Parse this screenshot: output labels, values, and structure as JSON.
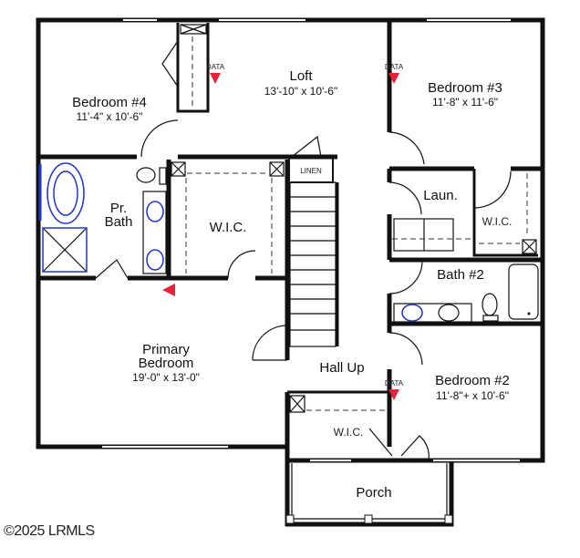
{
  "rooms": {
    "bedroom4": {
      "name": "Bedroom #4",
      "dims": "11'-4\" x 10'-6\""
    },
    "loft": {
      "name": "Loft",
      "dims": "13'-10\" x 10'-6\""
    },
    "bedroom3": {
      "name": "Bedroom #3",
      "dims": "11'-8\" x 11'-6\""
    },
    "pr_bath": {
      "name_line1": "Pr.",
      "name_line2": "Bath"
    },
    "wic_primary": {
      "name": "W.I.C."
    },
    "linen": {
      "name": "LINEN"
    },
    "laundry": {
      "name": "Laun."
    },
    "wic_bed3": {
      "name": "W.I.C."
    },
    "bath2": {
      "name": "Bath #2"
    },
    "primary_bedroom": {
      "name_line1": "Primary",
      "name_line2": "Bedroom",
      "dims": "19'-0\" x 13'-0\""
    },
    "hall": {
      "name": "Hall Up"
    },
    "bedroom2": {
      "name": "Bedroom #2",
      "dims": "11'-8\"+ x 10'-6\""
    },
    "wic_bed2": {
      "name": "W.I.C."
    },
    "porch": {
      "name": "Porch"
    }
  },
  "markers": {
    "label": "DATA",
    "color": "#e8203a"
  },
  "fixture_color": "#2233cc",
  "copyright": "©2025 LRMLS"
}
